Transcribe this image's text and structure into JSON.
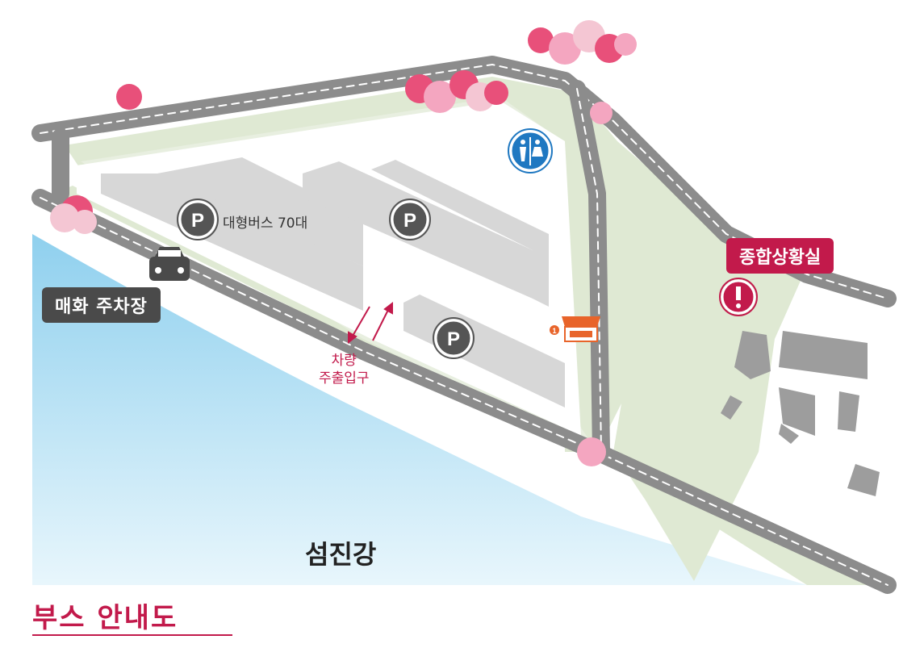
{
  "map": {
    "parking_areas": [
      {
        "id": "p1",
        "icon": "parking-icon",
        "label": "대형버스 70대"
      },
      {
        "id": "p2",
        "icon": "parking-icon",
        "label": ""
      },
      {
        "id": "p3",
        "icon": "parking-icon",
        "label": ""
      }
    ],
    "maehwa_parking": "매화 주차장",
    "control_room": "종합상황실",
    "vehicle_entrance": [
      "차량",
      "주출입구"
    ],
    "river_name": "섬진강",
    "booth_number": "1",
    "icons": [
      "car-icon",
      "restroom-icon",
      "info-alert-icon",
      "booth-stall-icon",
      "cherry-blossom-tree-icon",
      "two-way-arrow-icon"
    ],
    "colors": {
      "river": "#b8e0f3",
      "grass": "#dfe9d3",
      "road": "#8c8c8c",
      "parking_lot": "#d7d7d7",
      "building": "#9d9d9d",
      "accent": "#c21a4b",
      "restroom_blue": "#1f78c1",
      "booth_orange": "#e8642a",
      "blossom": "#f4a6c0"
    }
  },
  "footer": {
    "title": "부스 안내도"
  }
}
